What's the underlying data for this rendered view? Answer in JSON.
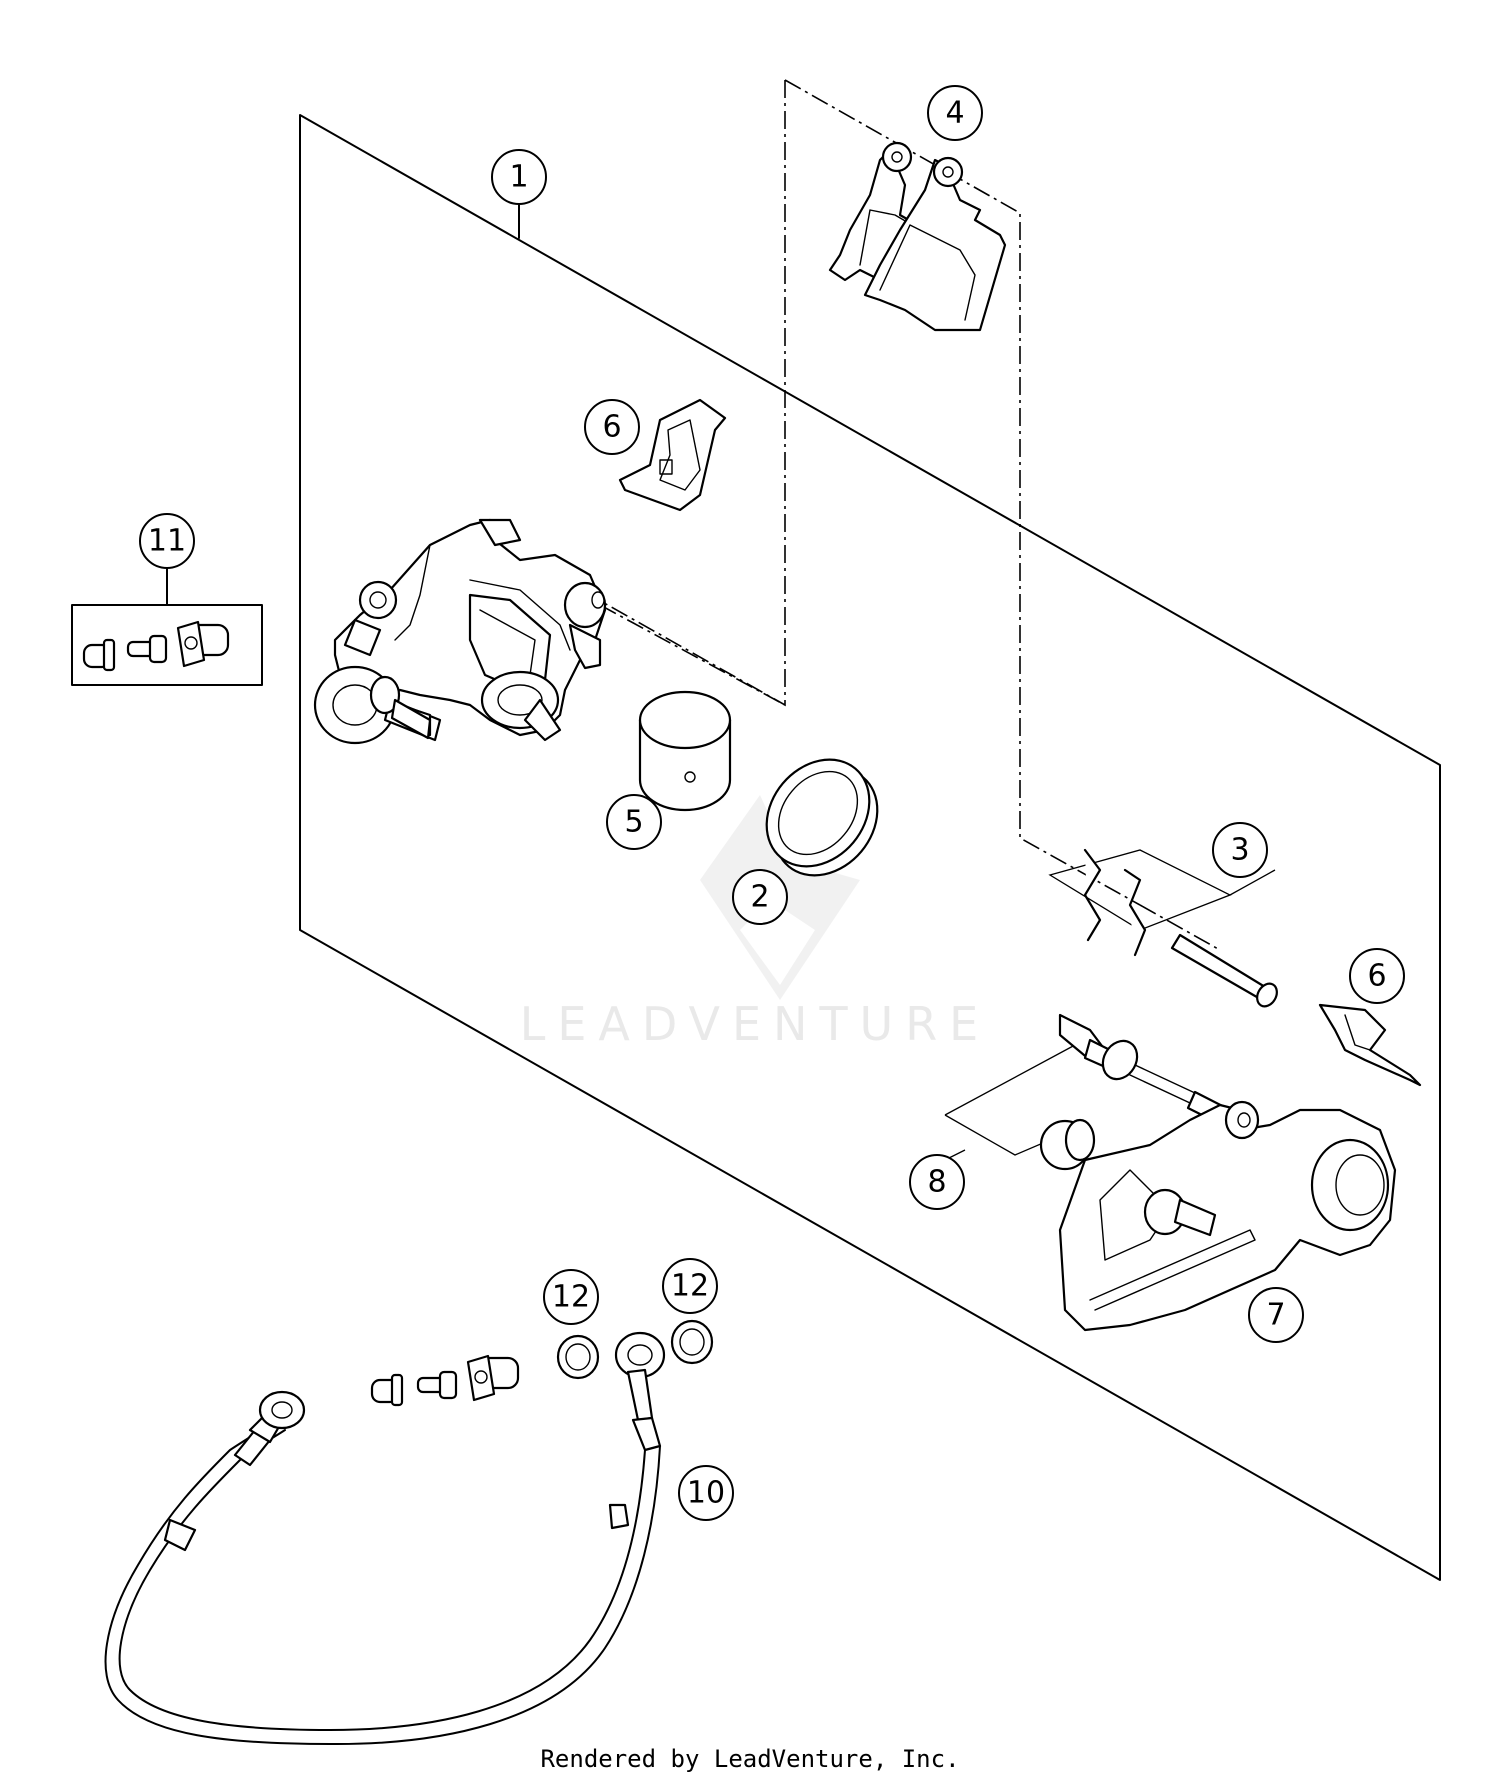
{
  "callouts": [
    {
      "id": "1",
      "label": "1"
    },
    {
      "id": "2",
      "label": "2"
    },
    {
      "id": "3",
      "label": "3"
    },
    {
      "id": "4",
      "label": "4"
    },
    {
      "id": "5",
      "label": "5"
    },
    {
      "id": "6a",
      "label": "6"
    },
    {
      "id": "6b",
      "label": "6"
    },
    {
      "id": "7",
      "label": "7"
    },
    {
      "id": "8",
      "label": "8"
    },
    {
      "id": "10",
      "label": "10"
    },
    {
      "id": "11",
      "label": "11"
    },
    {
      "id": "12a",
      "label": "12"
    },
    {
      "id": "12b",
      "label": "12"
    }
  ],
  "watermark": "LEADVENTURE",
  "footer": "Rendered by LeadVenture, Inc."
}
